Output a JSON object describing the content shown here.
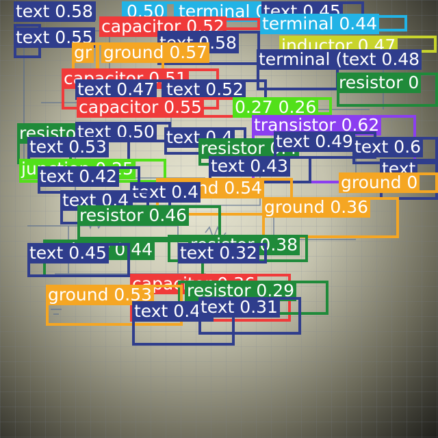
{
  "classes": {
    "text": {
      "color": "#2f3d8c"
    },
    "capacitor": {
      "color": "#f03a3a"
    },
    "terminal": {
      "color": "#22b3e6"
    },
    "inductor": {
      "color": "#c8d42c"
    },
    "resistor": {
      "color": "#1f8a3a"
    },
    "ground": {
      "color": "#f5a623"
    },
    "transistor": {
      "color": "#8b3ef0"
    },
    "junction": {
      "color": "#52e01a"
    }
  },
  "detections": [
    {
      "label": "text 0.58"
    },
    {
      "label": "0.50"
    },
    {
      "label": "terminal 0.3"
    },
    {
      "label": "text 0.45"
    },
    {
      "label": "capacitor 0.52"
    },
    {
      "label": "terminal 0.44"
    },
    {
      "label": "text 0.55"
    },
    {
      "label": "text 0.58"
    },
    {
      "label": "inductor 0.47"
    },
    {
      "label": "gr"
    },
    {
      "label": "ground 0.57"
    },
    {
      "label": "terminal (text 0.48"
    },
    {
      "label": "capacitor 0.51"
    },
    {
      "label": "resistor 0"
    },
    {
      "label": "text 0.47"
    },
    {
      "label": "text 0.52"
    },
    {
      "label": "capacitor 0.55"
    },
    {
      "label": "0.27 0.26"
    },
    {
      "label": "transistor 0.62"
    },
    {
      "label": "resistor"
    },
    {
      "label": "text 0.50"
    },
    {
      "label": "text 0.4"
    },
    {
      "label": "text 0.53"
    },
    {
      "label": "resistor 0.4"
    },
    {
      "label": "text 0.49"
    },
    {
      "label": "text 0.6"
    },
    {
      "label": "junction 0.25"
    },
    {
      "label": "text 0.43"
    },
    {
      "label": "text"
    },
    {
      "label": "text 0.42"
    },
    {
      "label": "ground 0.54"
    },
    {
      "label": "ground 0"
    },
    {
      "label": "text 0.4"
    },
    {
      "label": "text 0.4"
    },
    {
      "label": "ground 0.36"
    },
    {
      "label": "resistor 0.46"
    },
    {
      "label": "resistor 0.44"
    },
    {
      "label": "resistor 0.38"
    },
    {
      "label": "text 0.45"
    },
    {
      "label": "text 0.32"
    },
    {
      "label": "capacitor 0.36"
    },
    {
      "label": "resistor 0.29"
    },
    {
      "label": "ground 0.53"
    },
    {
      "label": "text 0.48"
    },
    {
      "label": "text 0.31"
    }
  ]
}
